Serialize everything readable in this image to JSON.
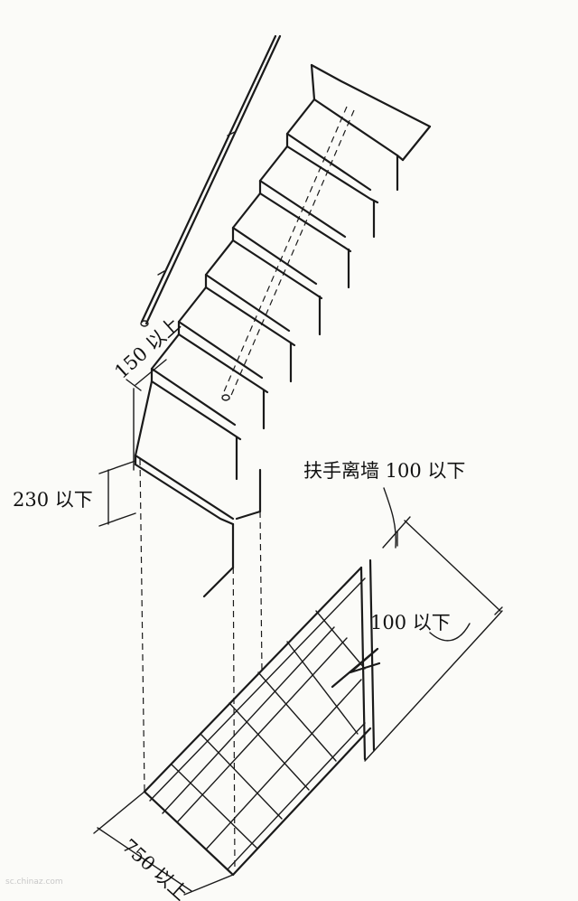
{
  "diagram": {
    "labels": {
      "handrail_height": "150 以上",
      "riser_height": "230 以下",
      "handrail_wall_gap": "扶手离墙 100 以下",
      "gap_dimension": "100 以下",
      "stair_width": "750 以上"
    },
    "watermark": "sc.chinaz.com"
  }
}
